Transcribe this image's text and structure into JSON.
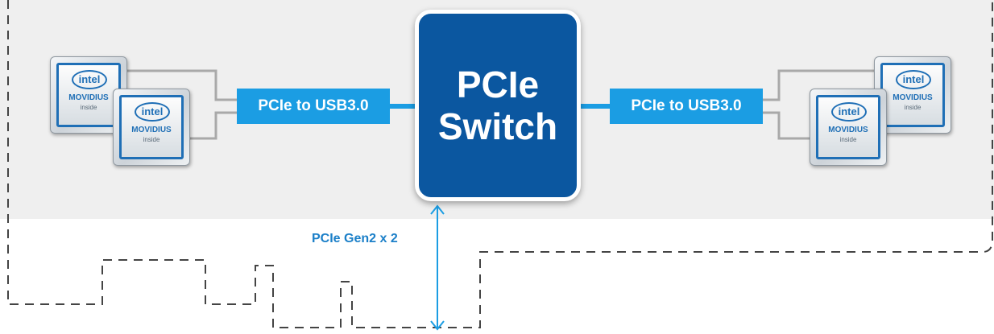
{
  "switch": {
    "line1": "PCIe",
    "line2": "Switch"
  },
  "bridge_left": {
    "label": "PCIe to USB3.0"
  },
  "bridge_right": {
    "label": "PCIe to USB3.0"
  },
  "uplink": {
    "label": "PCIe Gen2 x 2"
  },
  "chips": [
    {
      "logo": "intel",
      "brand": "MOVIDIUS",
      "tag": "inside"
    },
    {
      "logo": "intel",
      "brand": "MOVIDIUS",
      "tag": "inside"
    },
    {
      "logo": "intel",
      "brand": "MOVIDIUS",
      "tag": "inside"
    },
    {
      "logo": "intel",
      "brand": "MOVIDIUS",
      "tag": "inside"
    }
  ],
  "colors": {
    "switch_fill": "#0b57a0",
    "bridge_fill": "#1b9de3",
    "label_blue": "#1b7fc8",
    "panel_bg": "#efefef",
    "connector_gray": "#a9a9a9"
  }
}
